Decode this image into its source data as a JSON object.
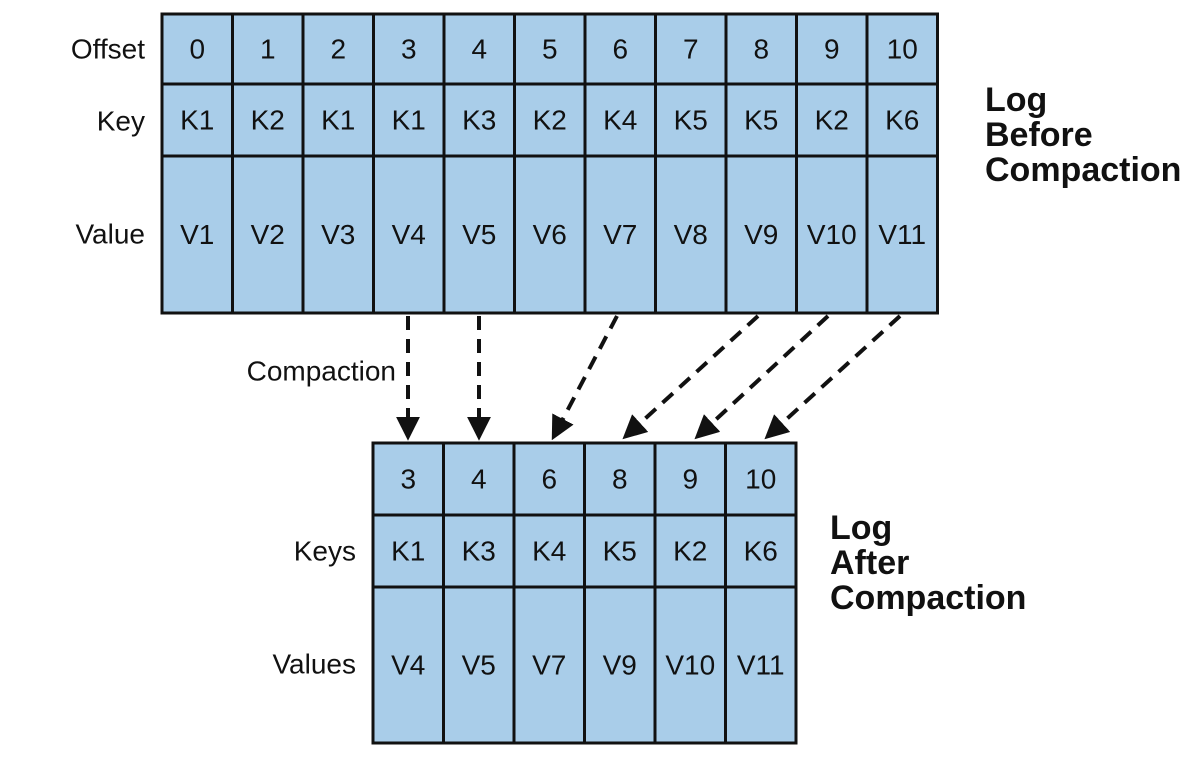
{
  "before": {
    "title_lines": [
      "Log",
      "Before",
      "Compaction"
    ],
    "row_labels": {
      "offset": "Offset",
      "key": "Key",
      "value": "Value"
    },
    "offsets": [
      "0",
      "1",
      "2",
      "3",
      "4",
      "5",
      "6",
      "7",
      "8",
      "9",
      "10"
    ],
    "keys": [
      "K1",
      "K2",
      "K1",
      "K1",
      "K3",
      "K2",
      "K4",
      "K5",
      "K5",
      "K2",
      "K6"
    ],
    "values": [
      "V1",
      "V2",
      "V3",
      "V4",
      "V5",
      "V6",
      "V7",
      "V8",
      "V9",
      "V10",
      "V11"
    ]
  },
  "after": {
    "title_lines": [
      "Log",
      "After",
      "Compaction"
    ],
    "row_labels": {
      "key": "Keys",
      "value": "Values"
    },
    "offsets": [
      "3",
      "4",
      "6",
      "8",
      "9",
      "10"
    ],
    "keys": [
      "K1",
      "K3",
      "K4",
      "K5",
      "K2",
      "K6"
    ],
    "values": [
      "V4",
      "V5",
      "V7",
      "V9",
      "V10",
      "V11"
    ]
  },
  "compaction_label": "Compaction",
  "colors": {
    "cell_fill": "#a9cde9",
    "border": "#111111"
  }
}
